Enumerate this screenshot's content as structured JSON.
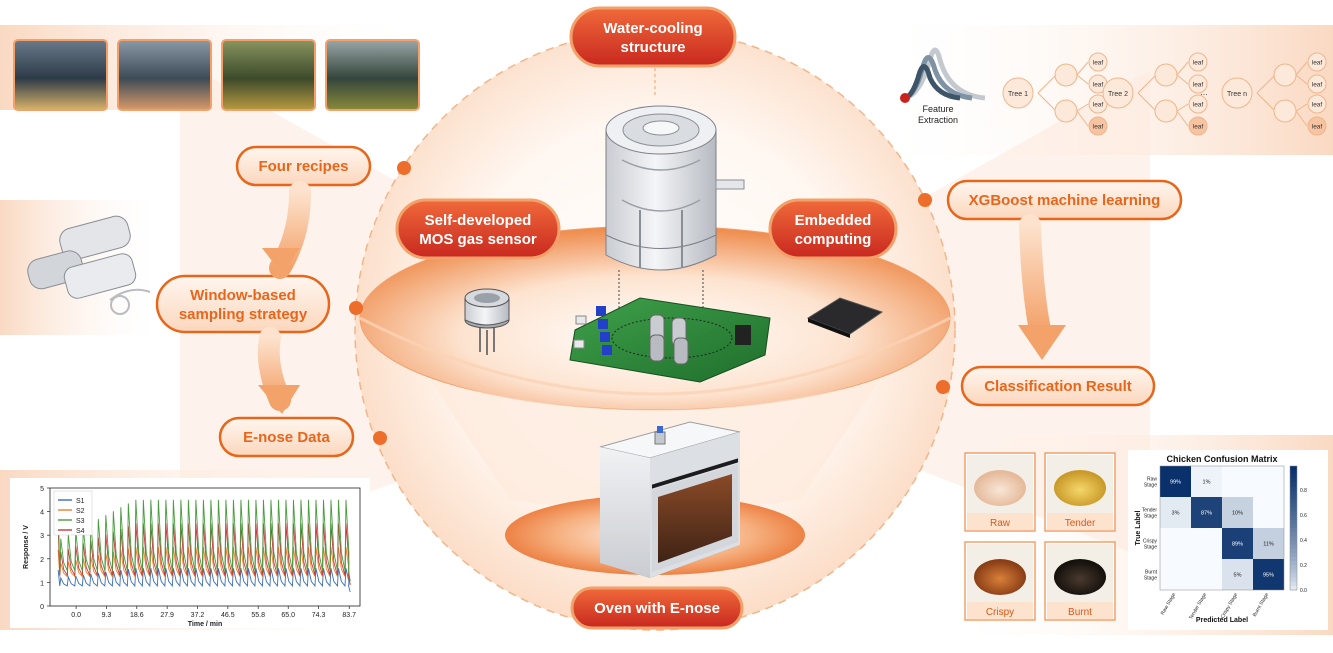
{
  "labels": {
    "water_cooling_1": "Water-cooling",
    "water_cooling_2": "structure",
    "mos_1": "Self-developed",
    "mos_2": "MOS gas sensor",
    "embedded_1": "Embedded",
    "embedded_2": "computing",
    "oven": "Oven with E-nose",
    "four_recipes": "Four recipes",
    "window_1": "Window-based",
    "window_2": "sampling strategy",
    "enose_data": "E-nose Data",
    "xgboost": "XGBoost machine learning",
    "classification": "Classification Result",
    "feature_1": "Feature",
    "feature_2": "Extraction"
  },
  "trees": {
    "names": [
      "Tree 1",
      "Tree 2",
      "Tree n"
    ],
    "leaf": "leaf",
    "ellipsis": "..."
  },
  "response_chart": {
    "type": "line",
    "ylabel": "Response / V",
    "xlabel": "Time / min",
    "yticks": [
      "0",
      "1",
      "2",
      "3",
      "4",
      "5"
    ],
    "xticks": [
      "0.0",
      "9.3",
      "18.6",
      "27.9",
      "37.2",
      "46.5",
      "55.8",
      "65.0",
      "74.3",
      "83.7"
    ],
    "legend": [
      "S1",
      "S2",
      "S3",
      "S4"
    ]
  },
  "food_images": {
    "labels": [
      "Raw",
      "Tender",
      "Crispy",
      "Burnt"
    ]
  },
  "confusion": {
    "title": "Chicken Confusion Matrix",
    "ylabel": "True Label",
    "xlabel": "Predicted Label",
    "row_labels": [
      [
        "Raw",
        "Stage"
      ],
      [
        "Tender",
        "Stage"
      ],
      [
        "Crispy",
        "Stage"
      ],
      [
        "Burnt",
        "Stage"
      ]
    ],
    "col_labels": [
      "Raw Stage",
      "Tender Stage",
      "Crispy Stage",
      "Burnt Stage"
    ],
    "cells": [
      [
        "99%",
        "1%",
        "",
        ""
      ],
      [
        "3%",
        "87%",
        "10%",
        ""
      ],
      [
        "",
        "",
        "89%",
        "11%"
      ],
      [
        "",
        "",
        "5%",
        "95%"
      ]
    ],
    "colorbar_ticks": [
      "0.8",
      "0.6",
      "0.4",
      "0.2",
      "0.0"
    ]
  },
  "chart_data": {
    "type": "line",
    "title": "",
    "xlabel": "Time / min",
    "ylabel": "Response / V",
    "xlim": [
      -8,
      87
    ],
    "ylim": [
      0,
      5
    ],
    "x_ticks": [
      0.0,
      9.3,
      18.6,
      27.9,
      37.2,
      46.5,
      55.8,
      65.0,
      74.3,
      83.7
    ],
    "legend_position": "top-left",
    "series": [
      {
        "name": "S1",
        "color": "#3b6fb5",
        "baseline": 0.85,
        "peak": 1.6
      },
      {
        "name": "S2",
        "color": "#e8832a",
        "baseline": 1.25,
        "peak": 2.5
      },
      {
        "name": "S3",
        "color": "#4a9c3f",
        "baseline": 1.5,
        "peak": 4.5
      },
      {
        "name": "S4",
        "color": "#c8393b",
        "baseline": 1.3,
        "peak": 3.5
      }
    ]
  },
  "colors": {
    "accent": "#e8661c",
    "red": "#d83a2a",
    "peach": "#fbe0cc"
  }
}
